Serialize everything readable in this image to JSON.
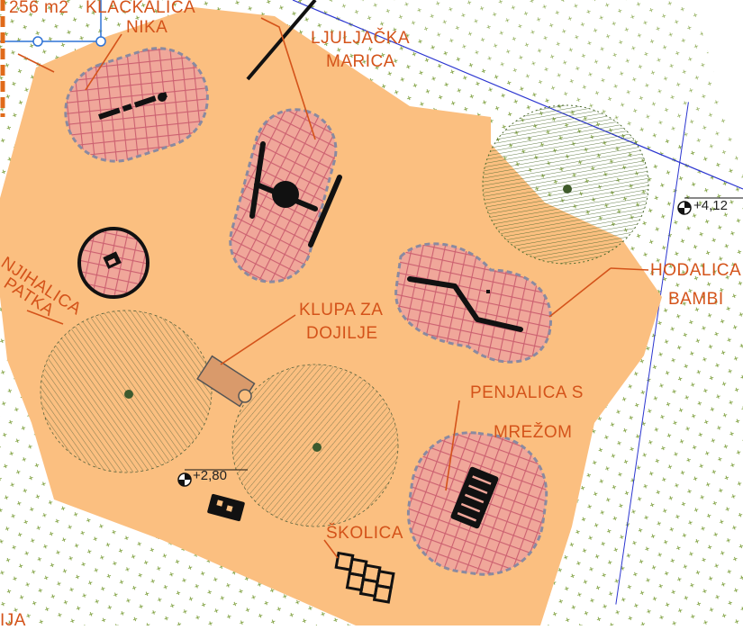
{
  "labels": {
    "area": "256 m2",
    "klackalica": "KLACKALICA",
    "nika": "NIKA",
    "ljuljacka_1": "LJULJAČKA",
    "ljuljacka_2": "MARICA",
    "njihalica_1": "NJIHALICA",
    "njihalica_2": "PATKA",
    "klupa_1": "KLUPA ZA",
    "klupa_2": "DOJILJE",
    "hodalica_1": "HODALICA",
    "hodalica_2": "BAMBI",
    "penjalica_1": "PENJALICA S",
    "penjalica_2": "MREŽOM",
    "skolica": "ŠKOLICA",
    "edge_text": "IJA"
  },
  "levels": {
    "level_a": "+2,80",
    "level_b": "+4,12"
  },
  "colors": {
    "background": "#ffffff",
    "playground_fill": "#fbbf80",
    "safety_zone_fill": "#f3a79c",
    "safety_zone_grid": "#cd6274",
    "label_color": "#d4531a",
    "grass_dots": "#7ea03e",
    "tree_hatch": "#4f5c38",
    "boundary_line": "#2b35d0",
    "dimension_line": "#2f73d6"
  }
}
